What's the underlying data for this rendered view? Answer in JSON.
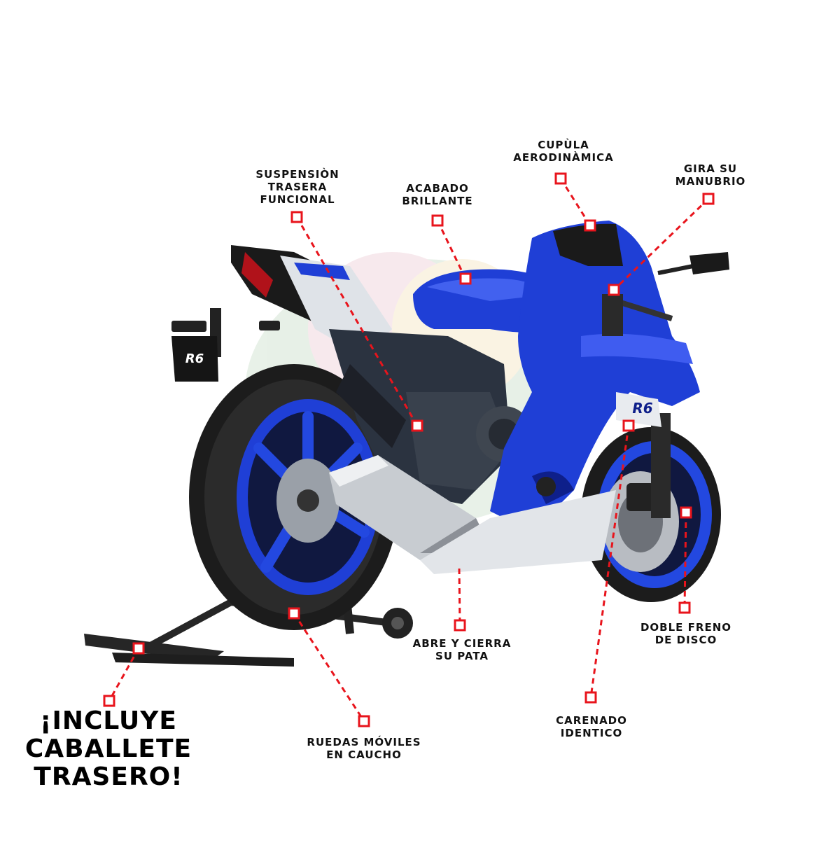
{
  "colors": {
    "accent_red": "#e8141c",
    "bike_blue": "#1f3fd6",
    "bike_dark_blue": "#0e1f8a",
    "tire_black": "#1c1c1c",
    "silver": "#d9dde2",
    "text": "#111111"
  },
  "model_badge": "R6",
  "callouts": [
    {
      "id": "suspension",
      "lines": [
        "SUSPENSIÒN",
        "TRASERA",
        "FUNCIONAL"
      ]
    },
    {
      "id": "acabado",
      "lines": [
        "ACABADO",
        "BRILLANTE"
      ]
    },
    {
      "id": "cupula",
      "lines": [
        "CUPÙLA",
        "AERODINÀMICA"
      ]
    },
    {
      "id": "manubrio",
      "lines": [
        "GIRA SU",
        "MANUBRIO"
      ]
    },
    {
      "id": "pata",
      "lines": [
        "ABRE Y CIERRA",
        "SU PATA"
      ]
    },
    {
      "id": "freno",
      "lines": [
        "DOBLE FRENO",
        "DE DISCO"
      ]
    },
    {
      "id": "carenado",
      "lines": [
        "CARENADO",
        "IDENTICO"
      ]
    },
    {
      "id": "ruedas",
      "lines": [
        "RUEDAS MÓVILES",
        "EN CAUCHO"
      ]
    }
  ],
  "headline": [
    "¡INCLUYE",
    "CABALLETE",
    "TRASERO!"
  ]
}
